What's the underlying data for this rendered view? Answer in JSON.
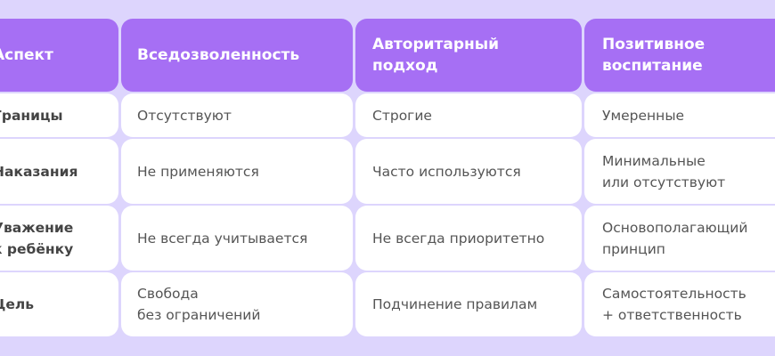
{
  "headers": [
    "Аспект",
    "Вседозволенность",
    "Авторитарный\nподход",
    "Позитивное\nвоспитание"
  ],
  "rows": [
    {
      "aspect": "Границы",
      "permissive": "Отсутствуют",
      "authoritarian": "Строгие",
      "positive": "Умеренные"
    },
    {
      "aspect": "Наказания",
      "permissive": "Не применяются",
      "authoritarian": "Часто используются",
      "positive": "Минимальные\nили отсутствуют"
    },
    {
      "aspect": "Уважение\nк ребёнку",
      "permissive": "Не всегда учитывается",
      "authoritarian": "Не всегда приоритетно",
      "positive": "Основополагающий\nпринцип"
    },
    {
      "aspect": "Цель",
      "permissive": "Свобода\nбез ограничений",
      "authoritarian": "Подчинение правилам",
      "positive": "Самостоятельность\n+ ответственность"
    }
  ],
  "colors": {
    "header": "#a66ff4",
    "background": "#ddd5fd",
    "cell": "#ffffff"
  }
}
